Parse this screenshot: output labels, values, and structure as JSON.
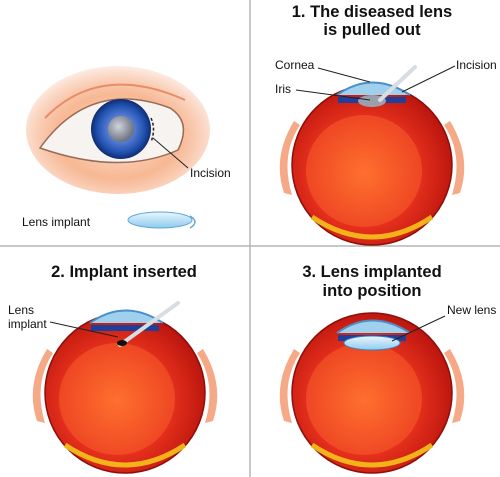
{
  "panels": {
    "top_left": {
      "incision_label": "Incision",
      "implant_label": "Lens implant"
    },
    "top_right": {
      "title_line1": "1. The diseased lens",
      "title_line2": "is pulled out",
      "cornea_label": "Cornea",
      "iris_label": "Iris",
      "incision_label": "Incision"
    },
    "bottom_left": {
      "title": "2. Implant inserted",
      "lens_label_line1": "Lens",
      "lens_label_line2": "implant"
    },
    "bottom_right": {
      "title_line1": "3. Lens implanted",
      "title_line2": "into position",
      "new_lens_label": "New lens"
    }
  },
  "colors": {
    "divider": "#b5b5b5",
    "sclera_red": "#e1251b",
    "iris_blue": "#1f4fae",
    "skin": "#f5a47a",
    "cornea_blue": "#9fd0ee"
  }
}
